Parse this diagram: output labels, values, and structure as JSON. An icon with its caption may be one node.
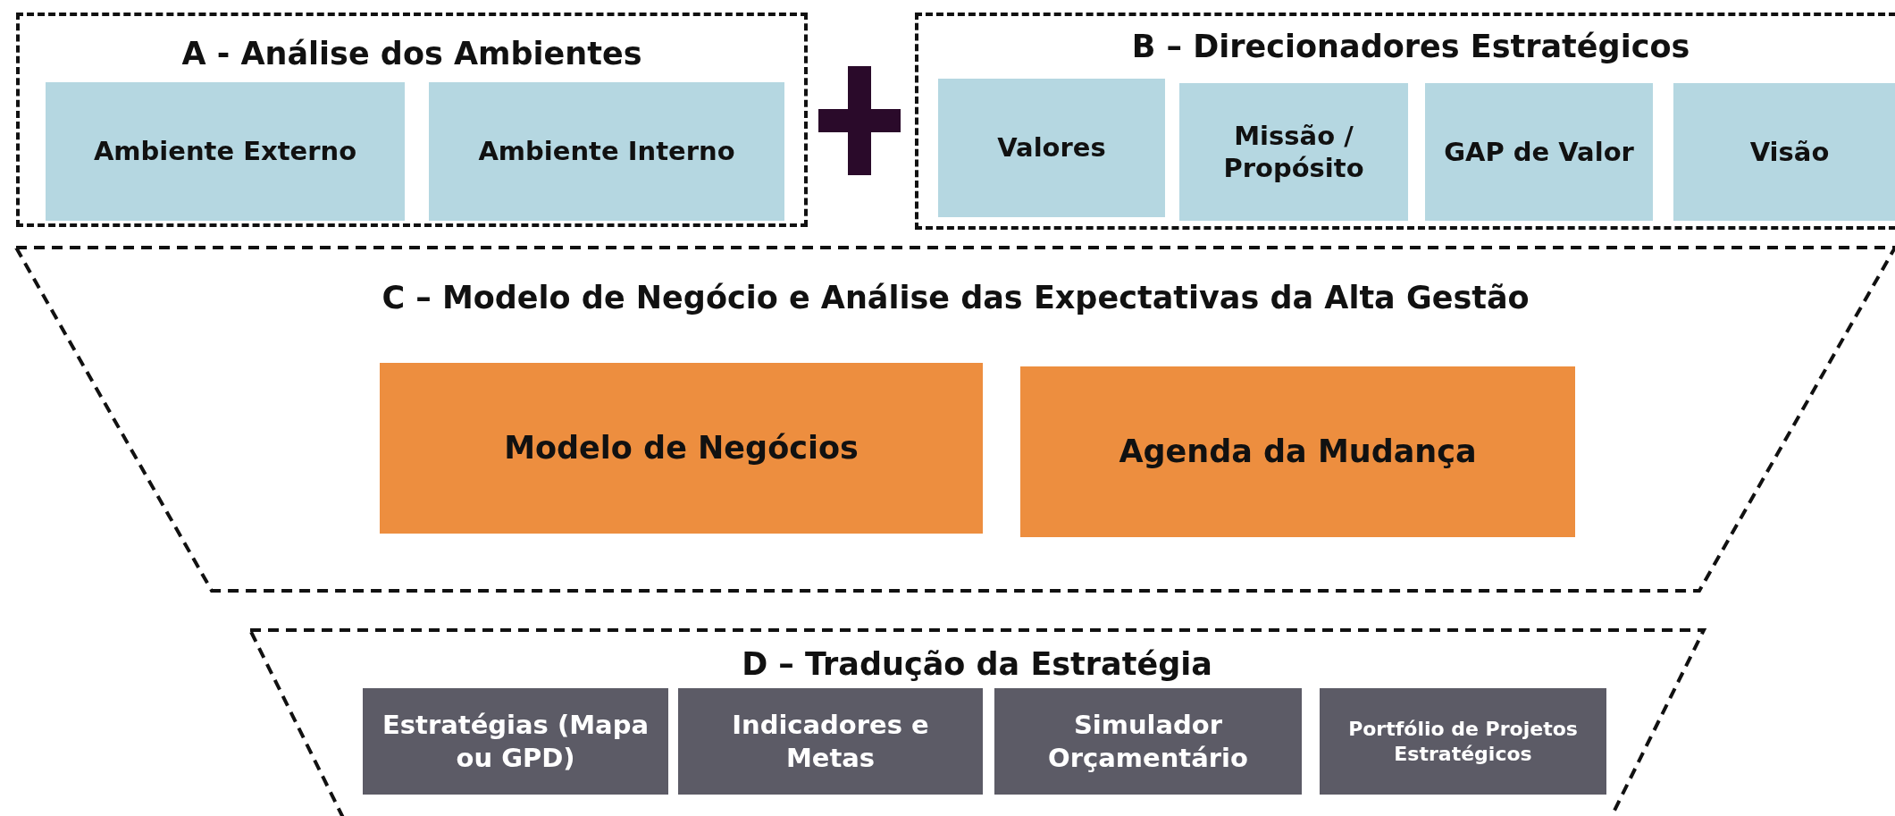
{
  "diagram": {
    "nodes": [
      {
        "text": [
          "A - Análise dos Ambientes"
        ]
      },
      {
        "text": [
          "Ambiente Externo"
        ],
        "in": 0
      },
      {
        "text": [
          "Ambiente Interno"
        ],
        "in": 0
      },
      {
        "text": [
          "B – Direcionadores Estratégicos"
        ]
      },
      {
        "text": [
          "Valores"
        ],
        "in": 3
      },
      {
        "text": [
          "Missão / Propósito"
        ],
        "in": 3
      },
      {
        "text": [
          "GAP de Valor"
        ],
        "in": 3
      },
      {
        "text": [
          "Visão"
        ],
        "in": 3
      },
      {
        "text": [
          "C – Modelo de Negócio e Análise das Expectativas da Alta Gestão"
        ]
      },
      {
        "text": [
          "Modelo de Negócios"
        ],
        "in": 8
      },
      {
        "text": [
          "Agenda da Mudança"
        ],
        "in": 8
      },
      {
        "text": [
          "D – Tradução da Estratégia"
        ]
      },
      {
        "text": [
          "Estratégias (Mapa ou GPD)"
        ],
        "in": 11
      },
      {
        "text": [
          "Indicadores e Metas"
        ],
        "in": 11
      },
      {
        "text": [
          "Simulador Orçamentário"
        ],
        "in": 11
      },
      {
        "text": [
          "Portfólio de Projetos Estratégicos"
        ],
        "in": 11
      }
    ]
  }
}
